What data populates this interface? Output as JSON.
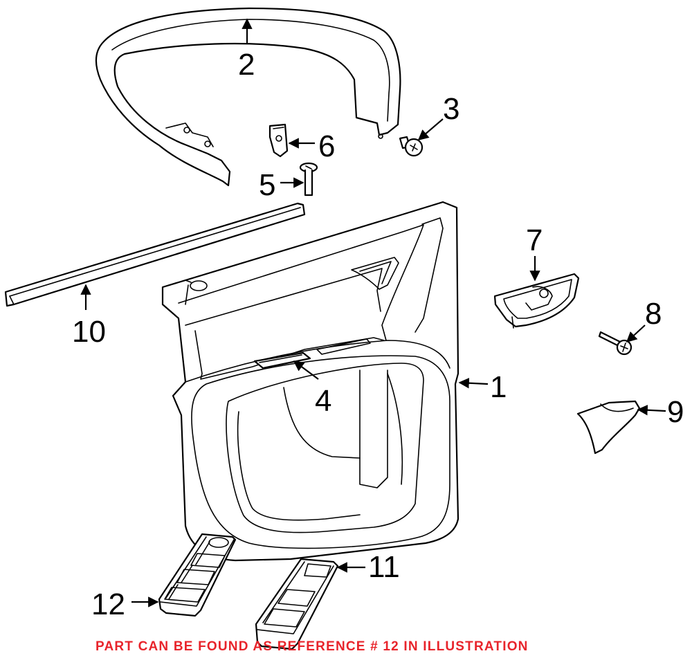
{
  "callouts": {
    "c1": "1",
    "c2": "2",
    "c3": "3",
    "c4": "4",
    "c5": "5",
    "c6": "6",
    "c7": "7",
    "c8": "8",
    "c9": "9",
    "c10": "10",
    "c11": "11",
    "c12": "12"
  },
  "notice": "PART CAN BE FOUND AS REFERENCE # 12 IN ILLUSTRATION",
  "colors": {
    "line": "#000000",
    "notice": "#e8242b",
    "background": "#ffffff"
  }
}
